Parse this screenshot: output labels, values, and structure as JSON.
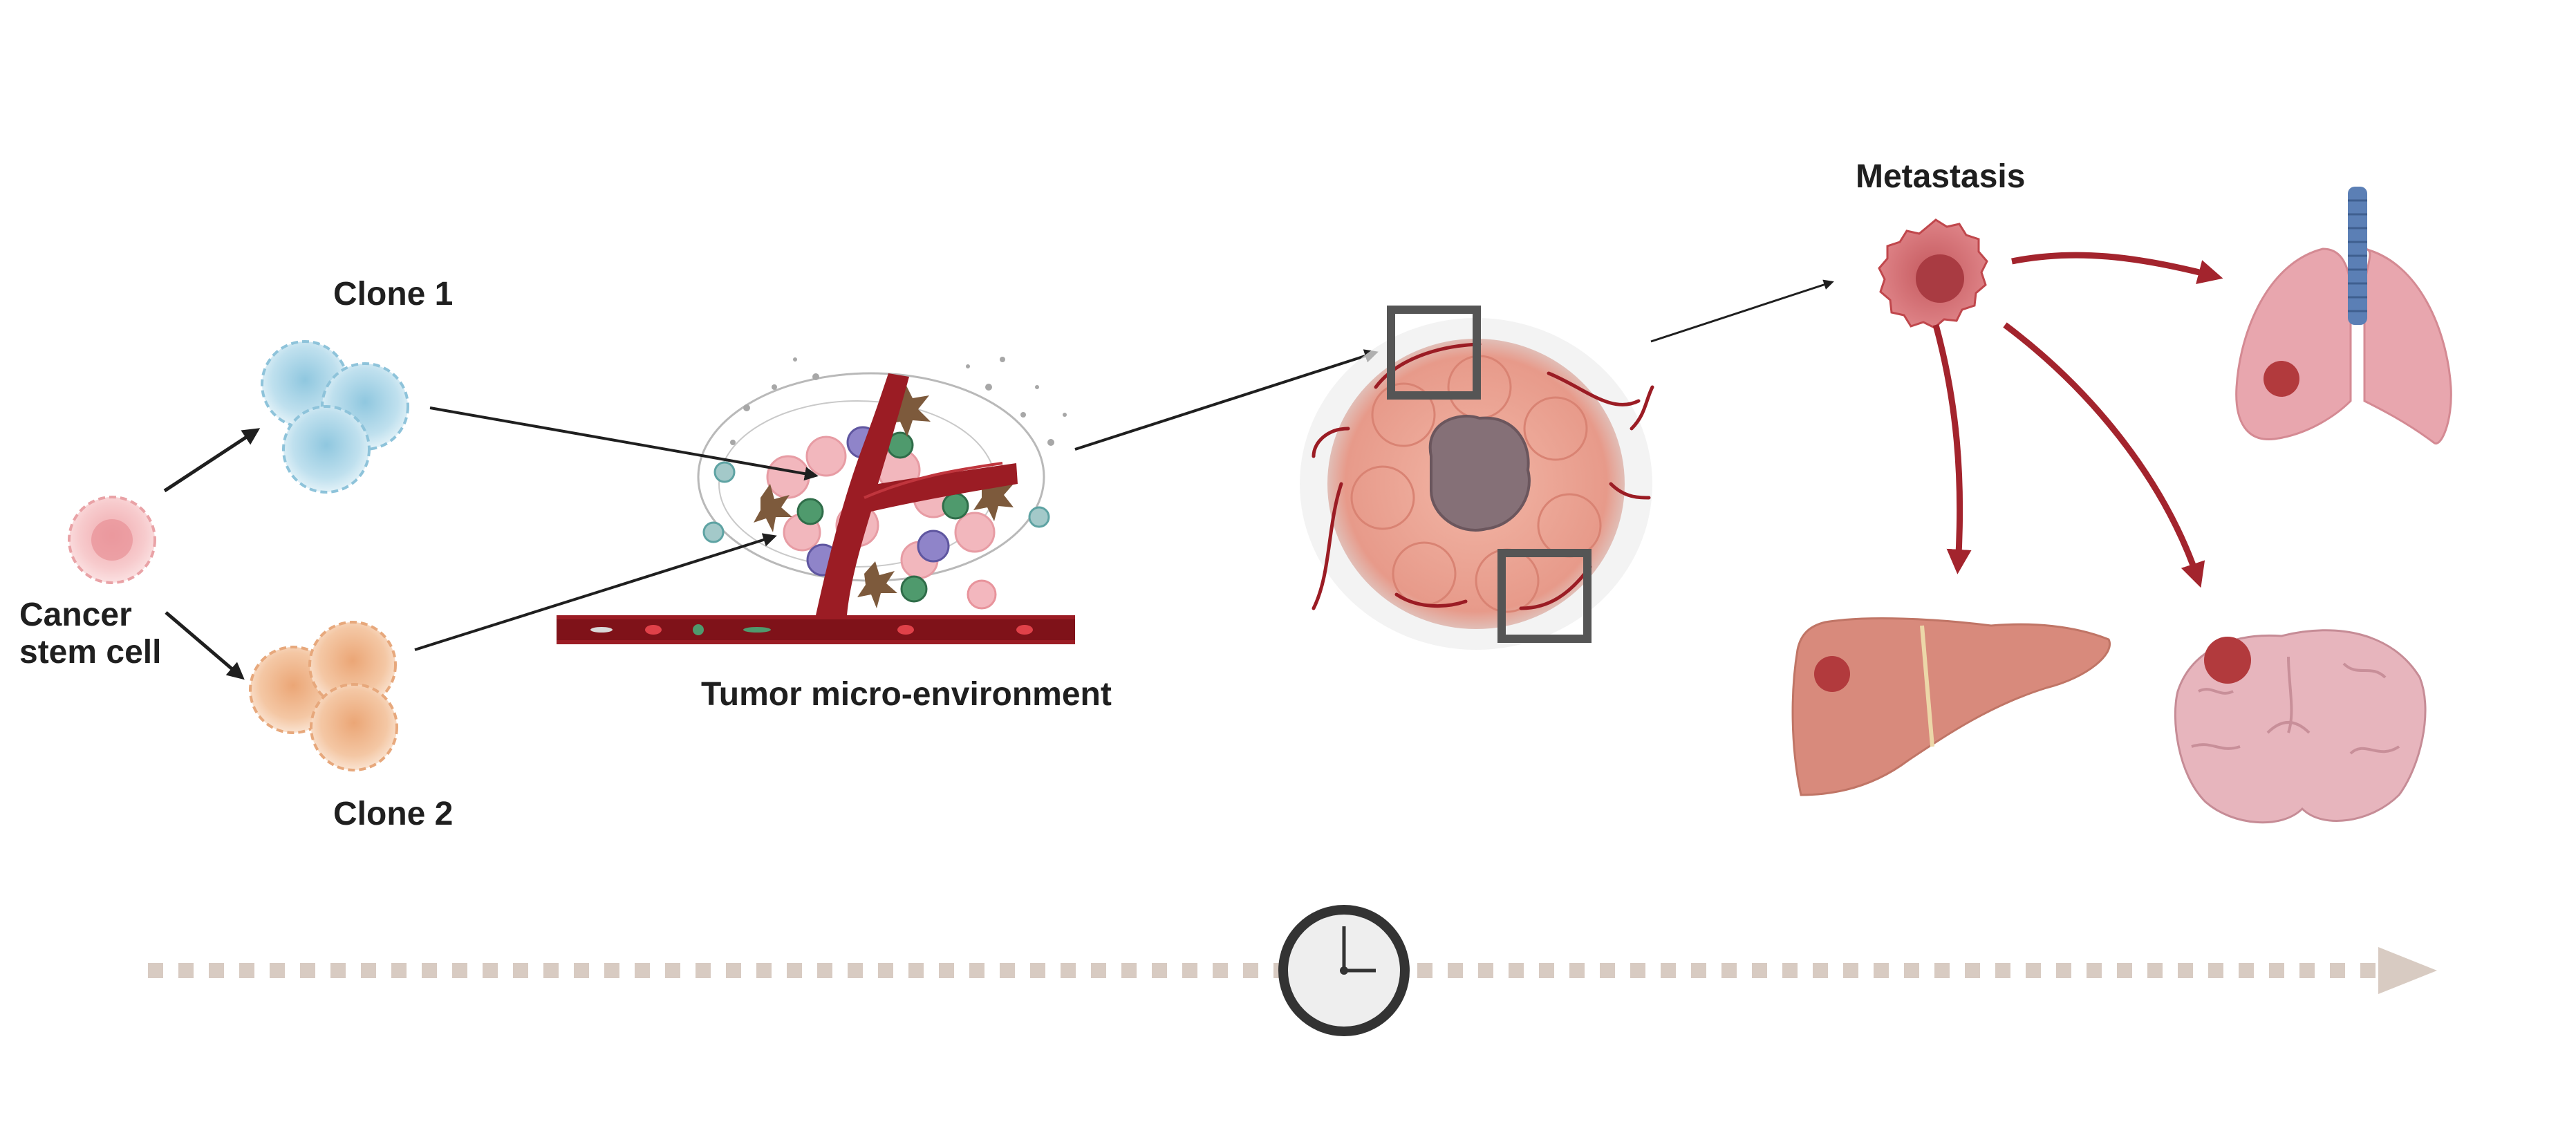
{
  "labels": {
    "cancer_stem_cell": [
      "Cancer",
      "stem cell"
    ],
    "clone1": "Clone 1",
    "clone2": "Clone 2",
    "tme": "Tumor micro-environment",
    "metastasis": "Metastasis"
  },
  "colors": {
    "stem_cell": "#f6c2c4",
    "clone1": "#b7dcec",
    "clone2": "#f2c19a",
    "vessel": "#9b1c24",
    "arrow_black": "#1f1f1f",
    "arrow_red": "#a3242d",
    "tumor": "#e9a597",
    "tumor_core": "#8a6a72",
    "timeline": "#d8cbc2",
    "clock_ring": "#333333",
    "organ_lung": "#e8a6ae",
    "organ_trachea": "#5b7fb5",
    "organ_liver": "#d88a7c",
    "organ_brain": "#e7b5bd",
    "metastasis_lesion": "#b23a3d"
  },
  "icons": [
    "cancer-stem-cell-icon",
    "clone1-cells-icon",
    "clone2-cells-icon",
    "tumor-microenvironment-icon",
    "blood-vessel-icon",
    "tumor-mass-icon",
    "metastatic-cell-icon",
    "lung-icon",
    "liver-icon",
    "brain-icon",
    "clock-icon",
    "timeline-arrow"
  ]
}
